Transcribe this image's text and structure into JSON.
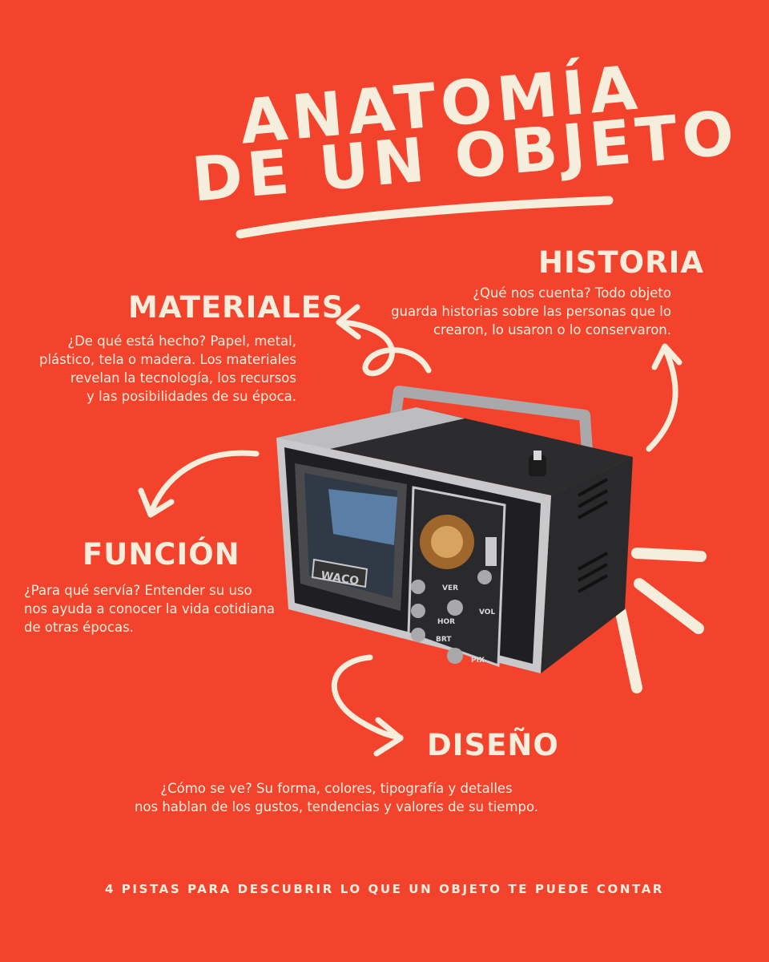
{
  "title": {
    "line1": "ANATOMÍA",
    "line2": "DE UN OBJETO"
  },
  "sections": {
    "historia": {
      "heading": "HISTORIA",
      "lines": [
        "¿Qué nos cuenta? Todo objeto",
        "guarda historias sobre  las personas que lo",
        "crearon, lo usaron o lo conservaron."
      ]
    },
    "materiales": {
      "heading": "MATERIALES",
      "lines": [
        "¿De qué está hecho? Papel, metal,",
        "plástico, tela o madera. Los materiales",
        "revelan la tecnología, los recursos",
        "y las posibilidades de su época."
      ]
    },
    "funcion": {
      "heading": "FUNCIÓN",
      "lines": [
        "¿Para qué servía? Entender su uso",
        "nos ayuda a conocer la vida cotidiana",
        "de otras épocas."
      ]
    },
    "diseno": {
      "heading": "DISEÑO",
      "lines": [
        "¿Cómo se ve? Su forma, colores, tipografía y detalles",
        "nos hablan de los gustos, tendencias y valores de su tiempo."
      ]
    }
  },
  "tv": {
    "brand": "WACO",
    "labels": [
      "VER",
      "HOR",
      "BRT",
      "VOL",
      "PIX"
    ]
  },
  "footer": "4 PISTAS PARA DESCUBRIR LO QUE UN OBJETO TE PUEDE CONTAR",
  "colors": {
    "background": "#f4432c",
    "ink": "#f6eedd"
  }
}
